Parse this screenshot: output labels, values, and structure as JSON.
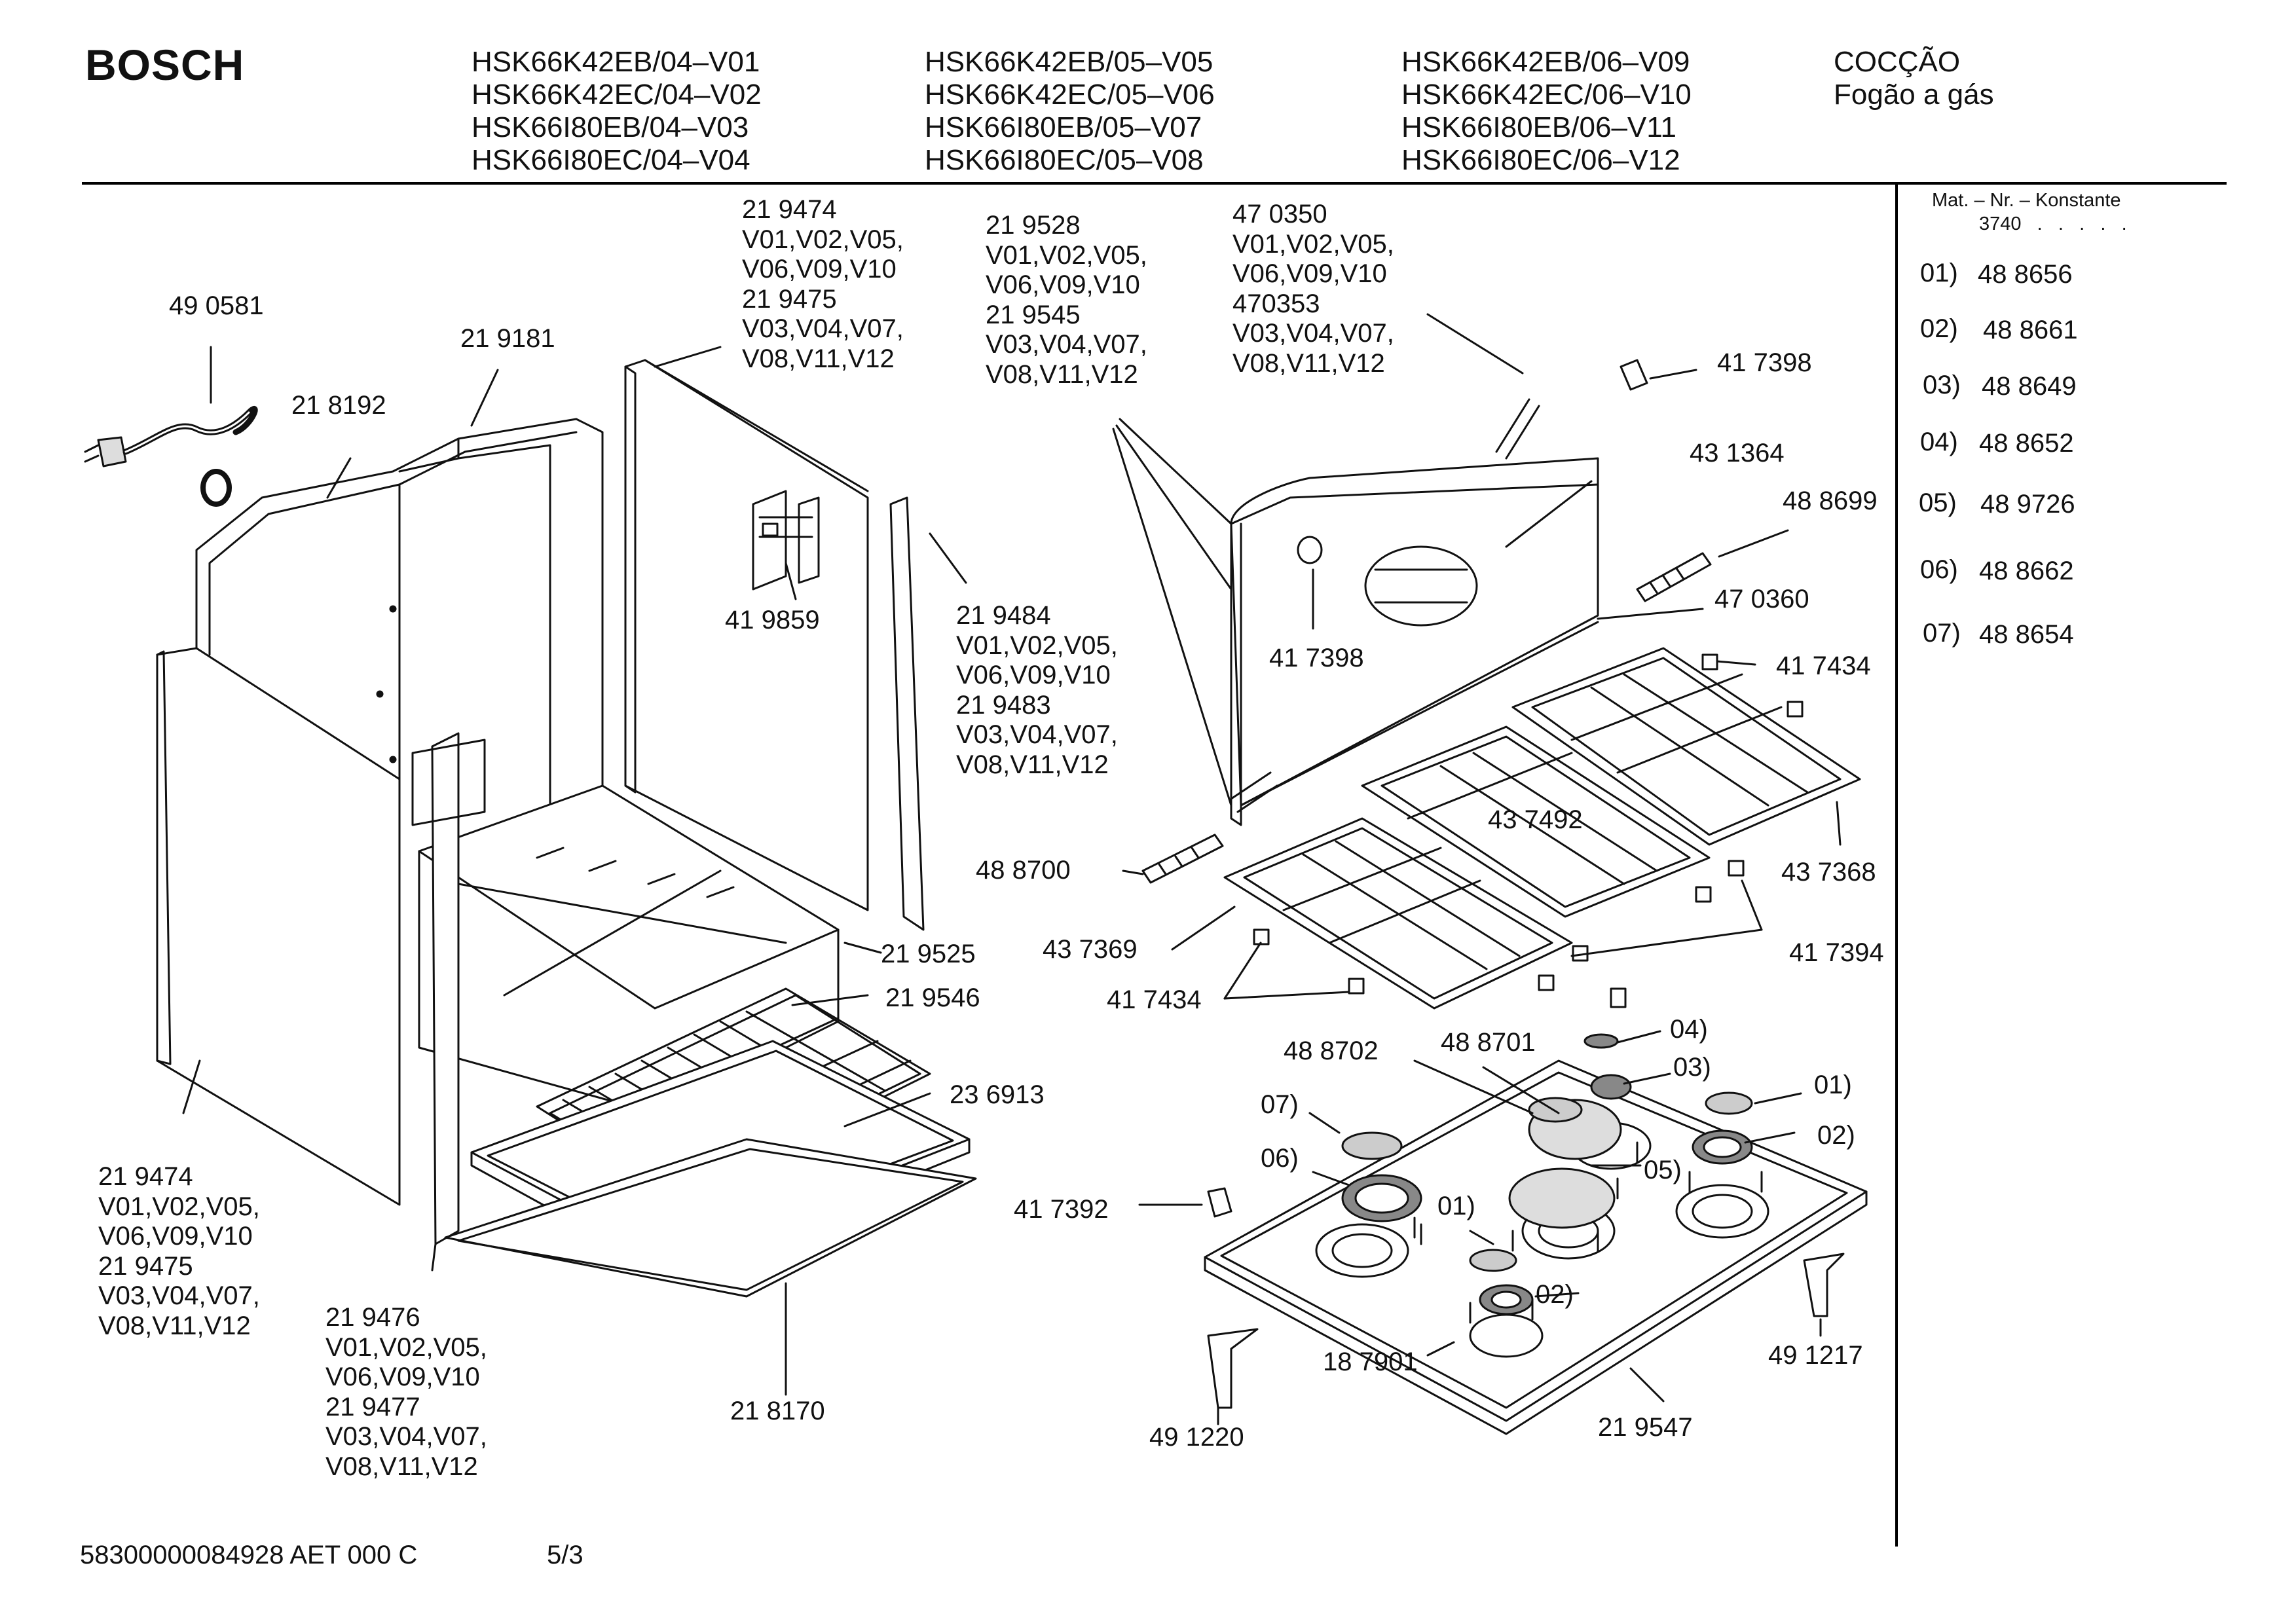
{
  "header": {
    "brand": "BOSCH",
    "models_col1": "HSK66K42EB/04–V01\nHSK66K42EC/04–V02\nHSK66I80EB/04–V03\nHSK66I80EC/04–V04",
    "models_col2": "HSK66K42EB/05–V05\nHSK66K42EC/05–V06\nHSK66I80EB/05–V07\nHSK66I80EC/05–V08",
    "models_col3": "HSK66K42EB/06–V09\nHSK66K42EC/06–V10\nHSK66I80EB/06–V11\nHSK66I80EC/06–V12",
    "category": "COCÇÃO\nFogão a gás"
  },
  "sidebar": {
    "konstante_title": "Mat. – Nr. – Konstante",
    "konstante_value": "3740   .   .   .   .   .",
    "items": [
      {
        "ref": "01)",
        "number": "48 8656"
      },
      {
        "ref": "02)",
        "number": "48 8661"
      },
      {
        "ref": "03)",
        "number": "48 8649"
      },
      {
        "ref": "04)",
        "number": "48 8652"
      },
      {
        "ref": "05)",
        "number": "48 9726"
      },
      {
        "ref": "06)",
        "number": "48 8662"
      },
      {
        "ref": "07)",
        "number": "48 8654"
      }
    ]
  },
  "labels": {
    "p490581": "49 0581",
    "p218192": "21 8192",
    "p219181": "21 9181",
    "p219474_top": "21 9474\nV01,V02,V05,\nV06,V09,V10\n21 9475\nV03,V04,V07,\nV08,V11,V12",
    "p219528": "21 9528\nV01,V02,V05,\nV06,V09,V10\n21 9545\nV03,V04,V07,\nV08,V11,V12",
    "p470350": "47 0350\nV01,V02,V05,\nV06,V09,V10\n470353\nV03,V04,V07,\nV08,V11,V12",
    "p417398_top": "41 7398",
    "p431364": "43 1364",
    "p488699": "48 8699",
    "p470360": "47 0360",
    "p419859": "41 9859",
    "p219484": "21 9484\nV01,V02,V05,\nV06,V09,V10\n21 9483\nV03,V04,V07,\nV08,V11,V12",
    "p417398_mid": "41 7398",
    "p417434_right": "41 7434",
    "p437492": "43 7492",
    "p437368": "43 7368",
    "p488700": "48 8700",
    "p437369": "43 7369",
    "p417394": "41 7394",
    "p219525": "21 9525",
    "p219546": "21 9546",
    "p417434_left": "41 7434",
    "p236913": "23 6913",
    "p488702": "48 8702",
    "p488701": "48 8701",
    "r04": "04)",
    "r03": "03)",
    "r01a": "01)",
    "r07": "07)",
    "r02a": "02)",
    "r06": "06)",
    "r05": "05)",
    "r01b": "01)",
    "r02b": "02)",
    "p417392": "41 7392",
    "p219474_bottom": "21 9474\nV01,V02,V05,\nV06,V09,V10\n21 9475\nV03,V04,V07,\nV08,V11,V12",
    "p219476": "21 9476\nV01,V02,V05,\nV06,V09,V10\n21 9477\nV03,V04,V07,\nV08,V11,V12",
    "p218170": "21 8170",
    "p187901": "18 7901",
    "p491217": "49 1217",
    "p219547": "21 9547",
    "p491220": "49 1220"
  },
  "footer": {
    "doc_number": "58300000084928 AET 000 C",
    "page": "5/3"
  }
}
